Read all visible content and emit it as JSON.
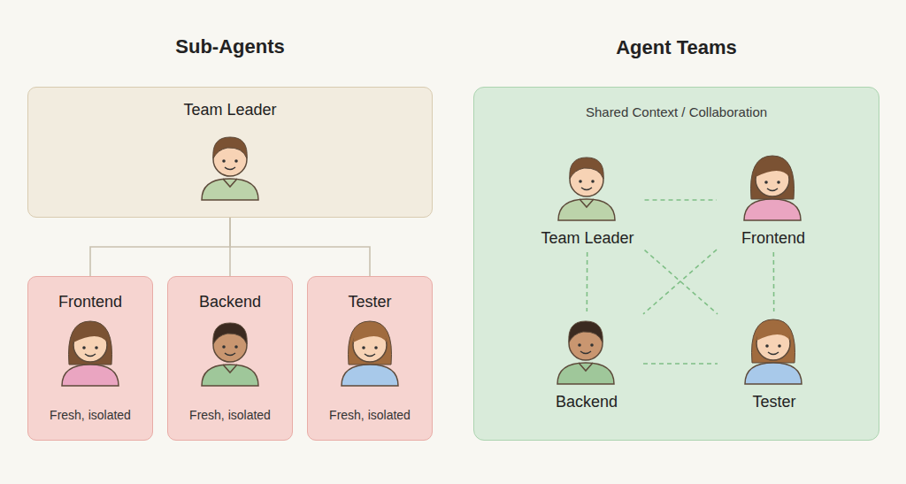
{
  "diagram": {
    "nodes": [
      {
        "text": [
          "Team Leader"
        ]
      },
      {
        "text": [
          "Frontend",
          "Fresh, isolated"
        ]
      },
      {
        "text": [
          "Backend",
          "Fresh, isolated"
        ]
      },
      {
        "text": [
          "Tester",
          "Fresh, isolated"
        ]
      },
      {
        "text": [
          "Agent Teams",
          "Shared Context / Collaboration"
        ]
      },
      {
        "text": [
          "Team Leader"
        ],
        "in": 4
      },
      {
        "text": [
          "Frontend"
        ],
        "in": 4
      },
      {
        "text": [
          "Backend"
        ],
        "in": 4
      },
      {
        "text": [
          "Tester"
        ],
        "in": 4
      }
    ],
    "edges": [
      {
        "from": 0,
        "to": 1,
        "arrow": "none"
      },
      {
        "from": 0,
        "to": 2,
        "arrow": "none"
      },
      {
        "from": 0,
        "to": 3,
        "arrow": "none"
      },
      {
        "from": 5,
        "to": 6,
        "arrow": "none"
      },
      {
        "from": 5,
        "to": 7,
        "arrow": "none"
      },
      {
        "from": 5,
        "to": 8,
        "arrow": "none"
      },
      {
        "from": 6,
        "to": 7,
        "arrow": "none"
      },
      {
        "from": 6,
        "to": 8,
        "arrow": "none"
      },
      {
        "from": 7,
        "to": 8,
        "arrow": "none"
      }
    ],
    "labels": [
      "Sub-Agents"
    ]
  }
}
